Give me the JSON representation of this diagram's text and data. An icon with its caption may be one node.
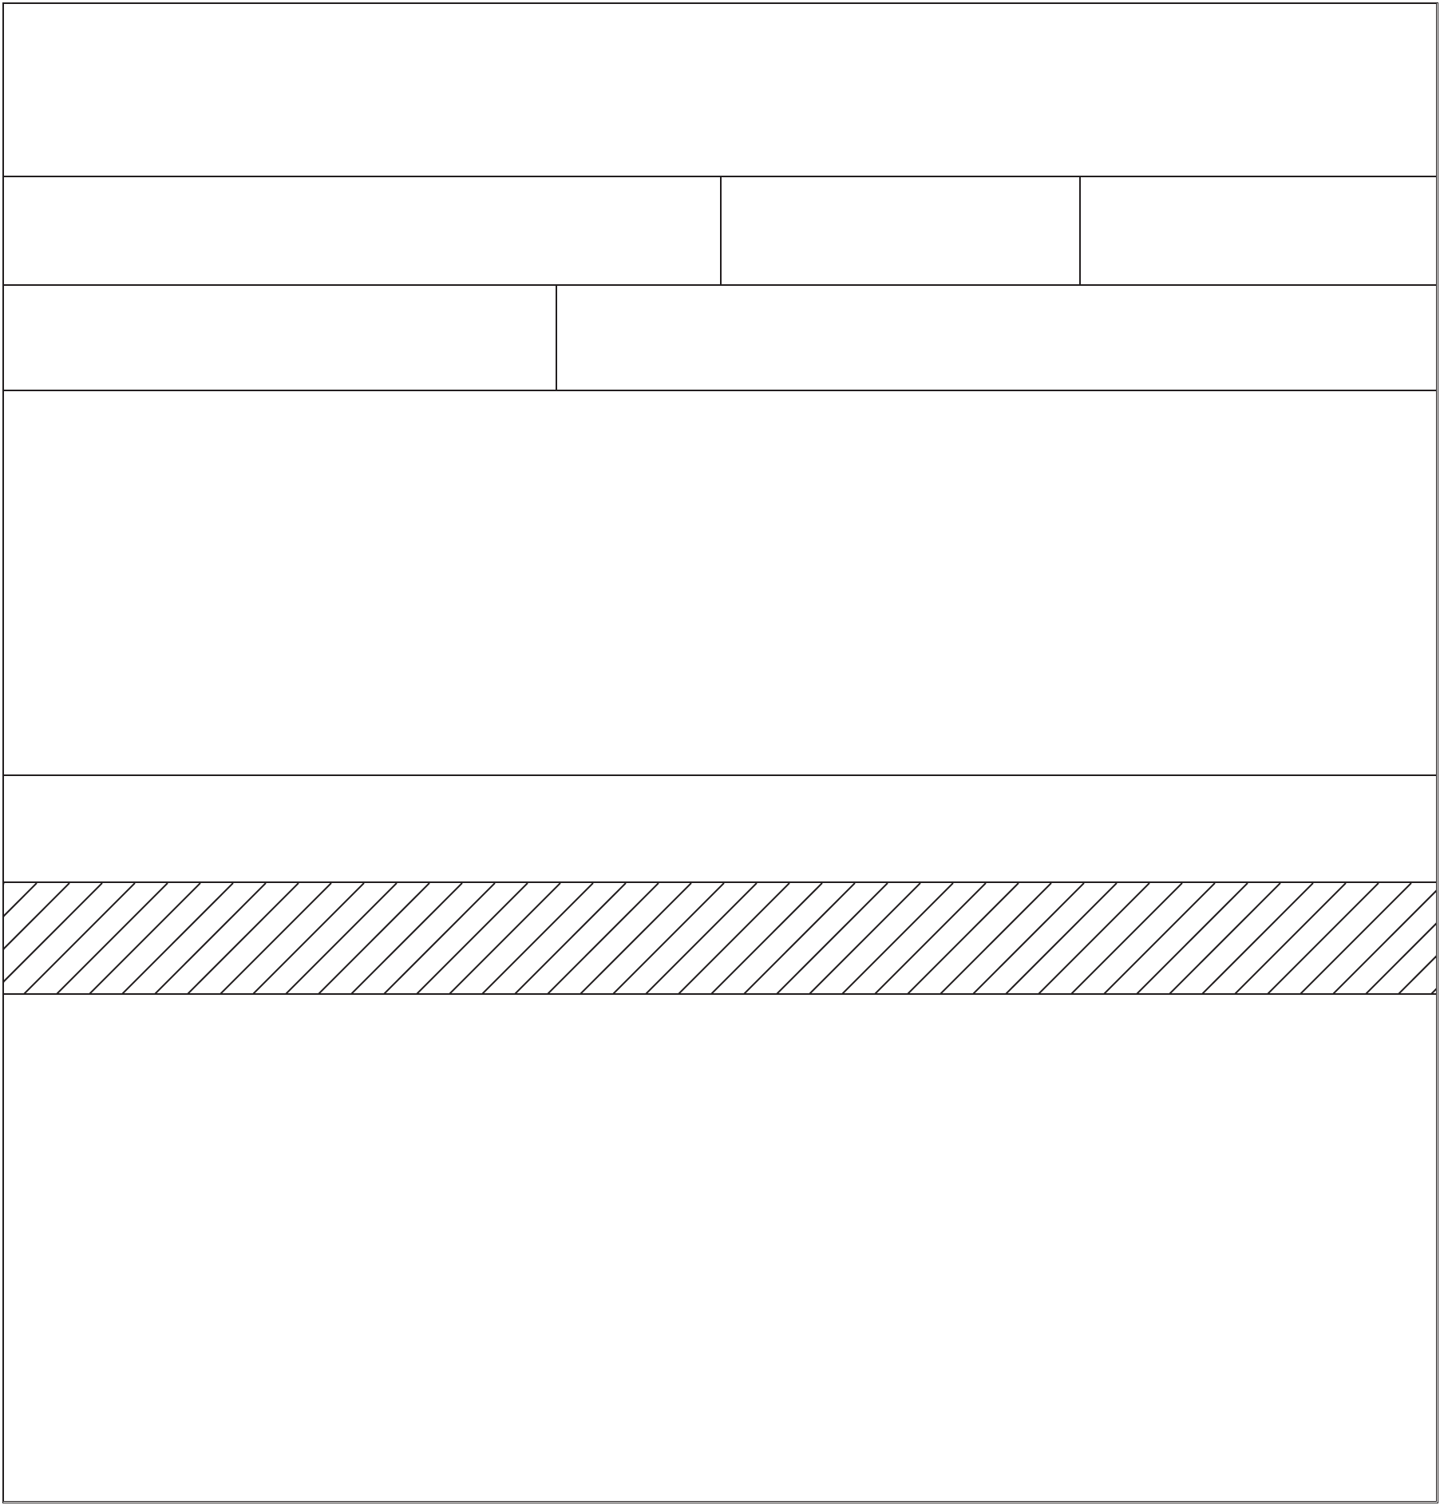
{
  "diagram": {
    "nodes": [
      {
        "text": [],
        "shape": "box"
      },
      {
        "text": [],
        "shape": "box"
      },
      {
        "text": [],
        "shape": "box"
      },
      {
        "text": [],
        "shape": "box"
      },
      {
        "text": [],
        "shape": "box"
      },
      {
        "text": [],
        "shape": "box"
      },
      {
        "text": [],
        "shape": "box"
      },
      {
        "text": [],
        "shape": "box"
      },
      {
        "text": [],
        "shape": "bar"
      },
      {
        "text": [],
        "shape": "box"
      }
    ]
  }
}
